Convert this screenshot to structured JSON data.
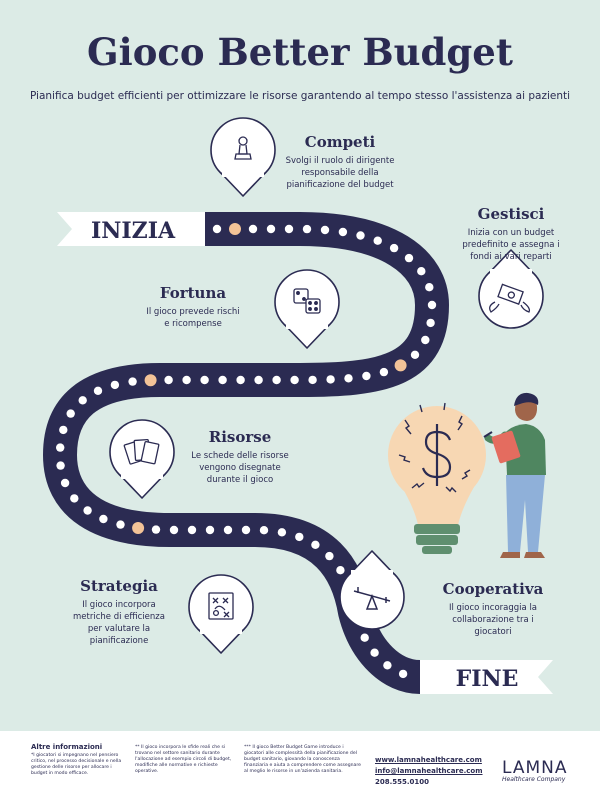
{
  "header": {
    "title": "Gioco Better Budget",
    "subtitle": "Pianifica budget efficienti per ottimizzare le risorse garantendo al tempo stesso l'assistenza ai pazienti"
  },
  "banners": {
    "start": "INIZIA",
    "end": "FINE"
  },
  "stages": {
    "competi": {
      "title": "Competi",
      "desc": [
        "Svolgi il ruolo di dirigente",
        "responsabile della",
        "pianificazione del budget"
      ],
      "icon": "chess-pawn-icon"
    },
    "gestisci": {
      "title": "Gestisci",
      "desc": [
        "Inizia con un budget",
        "predefinito e assegna i",
        "fondi ai vari reparti"
      ],
      "icon": "flying-money-icon"
    },
    "fortuna": {
      "title": "Fortuna",
      "desc": [
        "Il gioco prevede rischi",
        "e ricompense"
      ],
      "icon": "dice-icon"
    },
    "risorse": {
      "title": "Risorse",
      "desc": [
        "Le schede delle risorse",
        "vengono disegnate",
        "durante il gioco"
      ],
      "icon": "cards-icon"
    },
    "strategia": {
      "title": "Strategia",
      "desc": [
        "Il gioco incorpora",
        "metriche di efficienza",
        "per valutare la",
        "pianificazione"
      ],
      "icon": "strategy-board-icon"
    },
    "cooperativa": {
      "title": "Cooperativa",
      "desc": [
        "Il gioco incoraggia la",
        "collaborazione tra i",
        "giocatori"
      ],
      "icon": "seesaw-icon"
    }
  },
  "footer": {
    "heading": "Altre informazioni",
    "notes": [
      [
        "*I giocatori si impegnano nel pensiero",
        "critico, nel processo decisionale e nella",
        "gestione delle risorse per allocare i",
        "budget in modo efficace."
      ],
      [
        "** Il gioco incorpora le sfide reali che si",
        "trovano nel settore sanitario durante",
        "l'allocazione ad esempio circoli di budget,",
        "modifiche alle normative e richieste",
        "operative."
      ],
      [
        "*** Il gioco Better Budget Game introduce i",
        "giocatori alle complessità della pianificazione del",
        "budget sanitario, giovando la conoscenza",
        "finanziaria e aiuta a comprendere come assegnare",
        "al meglio le risorse in un'azienda sanitaria."
      ]
    ],
    "website": "www.lamnahealthcare.com",
    "email": "info@lamnahealthcare.com",
    "phone": "208.555.0100",
    "logo": "LAMNA",
    "logo_sub": "Healthcare Company"
  },
  "colors": {
    "background": "#dcebe6",
    "road": "#2b2b52",
    "dots": "#ffffff",
    "accent_dots": "#f3c397",
    "text": "#2b2b52"
  }
}
